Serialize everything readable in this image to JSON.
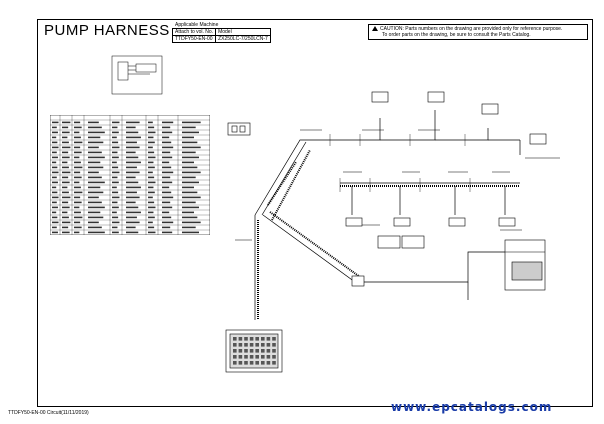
{
  "title": "PUMP HARNESS",
  "applicable": {
    "header": "Applicable Machine",
    "attach_label": "Attach to vol. No.",
    "model_label": "Model",
    "attach_value": "TTDFY50-EN-00",
    "model_value": "ZX250LC-7/250LCN-7"
  },
  "caution": {
    "line1": "CAUTION: Parts numbers on the drawing are provided only for reference purpose.",
    "line2": "To order parts on the drawing, be sure to consult the Parts Catalog."
  },
  "footer": "TTDFY50-EN-00  Circuit(11/11/2019)",
  "watermark": "www.epcatalogs.com"
}
